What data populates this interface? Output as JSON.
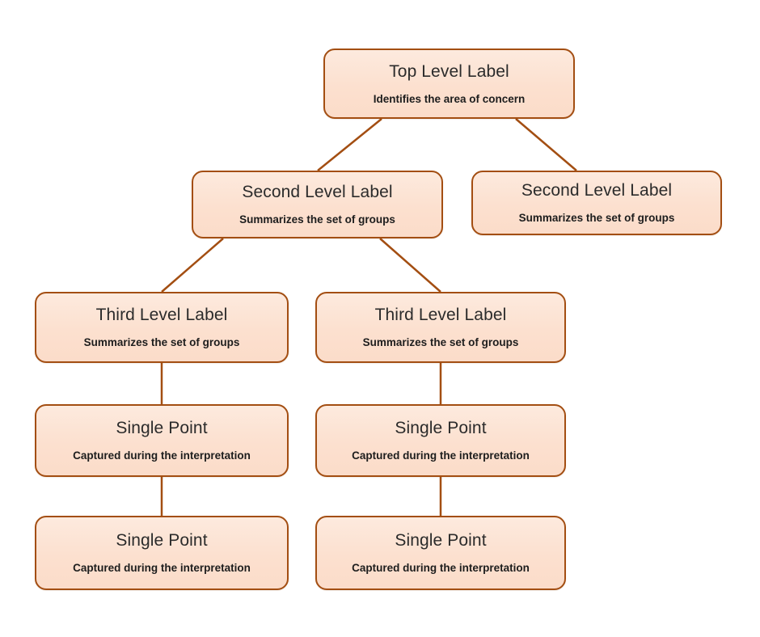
{
  "diagram": {
    "type": "hierarchy-tree",
    "background_color": "#ffffff",
    "node_fill_color": "#fce0cf",
    "node_border_color": "#a34e12",
    "edge_color": "#a34e12",
    "title_text_color": "#2b2b2b",
    "subtitle_text_color": "#1d1d1d",
    "nodes": [
      {
        "id": "top",
        "title": "Top Level Label",
        "subtitle": "Identifies the area of concern"
      },
      {
        "id": "sec_l",
        "title": "Second Level Label",
        "subtitle": "Summarizes the set of groups"
      },
      {
        "id": "sec_r",
        "title": "Second Level Label",
        "subtitle": "Summarizes the set of groups"
      },
      {
        "id": "third_l",
        "title": "Third Level Label",
        "subtitle": "Summarizes the set of groups"
      },
      {
        "id": "third_r",
        "title": "Third Level Label",
        "subtitle": "Summarizes the set of groups"
      },
      {
        "id": "point_l1",
        "title": "Single Point",
        "subtitle": "Captured during the interpretation"
      },
      {
        "id": "point_r1",
        "title": "Single Point",
        "subtitle": "Captured during the interpretation"
      },
      {
        "id": "point_l2",
        "title": "Single Point",
        "subtitle": "Captured during the interpretation"
      },
      {
        "id": "point_r2",
        "title": "Single Point",
        "subtitle": "Captured during the interpretation"
      }
    ],
    "edges": [
      {
        "from": "top",
        "to": "sec_l",
        "style": "diagonal"
      },
      {
        "from": "top",
        "to": "sec_r",
        "style": "diagonal"
      },
      {
        "from": "sec_l",
        "to": "third_l",
        "style": "diagonal"
      },
      {
        "from": "sec_l",
        "to": "third_r",
        "style": "diagonal"
      },
      {
        "from": "third_l",
        "to": "point_l1",
        "style": "vertical"
      },
      {
        "from": "third_r",
        "to": "point_r1",
        "style": "vertical"
      },
      {
        "from": "point_l1",
        "to": "point_l2",
        "style": "vertical"
      },
      {
        "from": "point_r1",
        "to": "point_r2",
        "style": "vertical"
      }
    ]
  }
}
